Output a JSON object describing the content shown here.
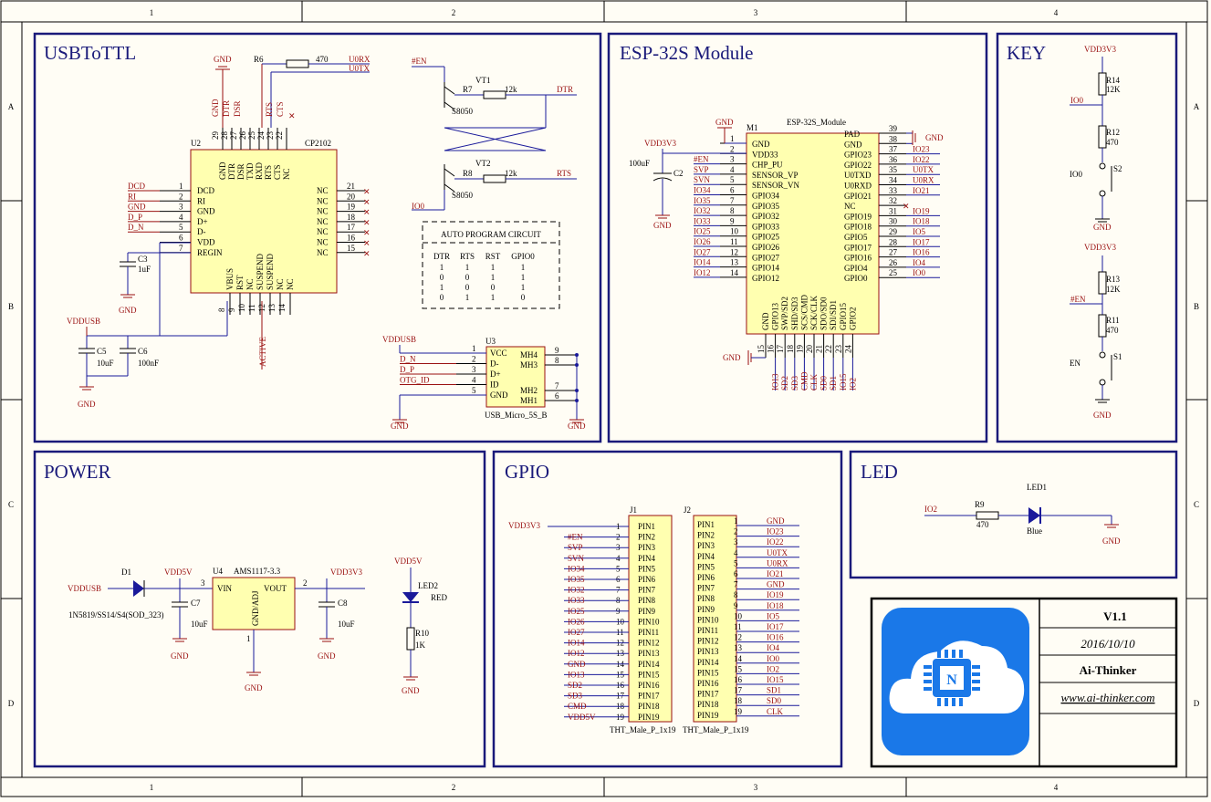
{
  "frame": {
    "cols": [
      "1",
      "2",
      "3",
      "4"
    ],
    "rows": [
      "A",
      "B",
      "C",
      "D"
    ]
  },
  "sections": {
    "usbtottl": "USBToTTL",
    "esp32": "ESP-32S Module",
    "key": "KEY",
    "power": "POWER",
    "gpio": "GPIO",
    "led": "LED"
  },
  "usb": {
    "chip_ref": "U2",
    "chip_name": "CP2102",
    "top_pins": [
      {
        "num": "29",
        "name": "GND"
      },
      {
        "num": "28",
        "name": "DTR"
      },
      {
        "num": "27",
        "name": "DSR"
      },
      {
        "num": "26",
        "name": "TXD"
      },
      {
        "num": "25",
        "name": "RXD"
      },
      {
        "num": "24",
        "name": "RTS"
      },
      {
        "num": "23",
        "name": "CTS"
      },
      {
        "num": "22",
        "name": "NC"
      }
    ],
    "top_nets": [
      "GND",
      "DTR",
      "DSR",
      "RTS",
      "CTS"
    ],
    "left_pins": [
      {
        "num": "1",
        "name": "DCD",
        "net": "DCD"
      },
      {
        "num": "2",
        "name": "RI",
        "net": "RI"
      },
      {
        "num": "3",
        "name": "GND",
        "net": "GND"
      },
      {
        "num": "4",
        "name": "D+",
        "net": "D_P"
      },
      {
        "num": "5",
        "name": "D-",
        "net": "D_N"
      },
      {
        "num": "6",
        "name": "VDD",
        "net": ""
      },
      {
        "num": "7",
        "name": "REGIN",
        "net": ""
      }
    ],
    "right_pins": [
      {
        "num": "21",
        "name": "NC"
      },
      {
        "num": "20",
        "name": "NC"
      },
      {
        "num": "19",
        "name": "NC"
      },
      {
        "num": "18",
        "name": "NC"
      },
      {
        "num": "17",
        "name": "NC"
      },
      {
        "num": "16",
        "name": "NC"
      },
      {
        "num": "15",
        "name": "NC"
      }
    ],
    "bottom_pins": [
      {
        "num": "8",
        "name": "VBUS"
      },
      {
        "num": "9",
        "name": "RST"
      },
      {
        "num": "10",
        "name": "NC"
      },
      {
        "num": "11",
        "name": "SUSPEND"
      },
      {
        "num": "12",
        "name": "SUSPEND"
      },
      {
        "num": "13",
        "name": "NC"
      },
      {
        "num": "14",
        "name": "NC"
      }
    ],
    "gnd_top": "GND",
    "r6_ref": "R6",
    "r6_val": "470",
    "u0rx": "U0RX",
    "u0tx": "U0TX",
    "c3_ref": "C3",
    "c3_val": "1uF",
    "c3_gnd": "GND",
    "vddusb": "VDDUSB",
    "c5_ref": "C5",
    "c5_val": "10uF",
    "c6_ref": "C6",
    "c6_val": "100nF",
    "gnd_bottom": "GND",
    "active": "ACTIVE",
    "auto": {
      "en": "#EN",
      "vt1": "VT1",
      "vt2": "VT2",
      "r7_ref": "R7",
      "r7_val": "12k",
      "r8_ref": "R8",
      "r8_val": "12k",
      "q1": "S8050",
      "q2": "S8050",
      "dtr": "DTR",
      "rts": "RTS",
      "io0": "IO0",
      "table_title": "AUTO PROGRAM CIRCUIT",
      "headers": [
        "DTR",
        "RTS",
        "RST",
        "GPIO0"
      ],
      "rows": [
        [
          "1",
          "1",
          "1",
          "1"
        ],
        [
          "0",
          "0",
          "1",
          "1"
        ],
        [
          "1",
          "0",
          "0",
          "1"
        ],
        [
          "0",
          "1",
          "1",
          "0"
        ]
      ]
    },
    "u3": {
      "ref": "U3",
      "name": "USB_Micro_5S_B",
      "vddusb": "VDDUSB",
      "left": [
        {
          "num": "1",
          "name": "VCC",
          "net": ""
        },
        {
          "num": "2",
          "name": "D-",
          "net": "D_N"
        },
        {
          "num": "3",
          "name": "D+",
          "net": "D_P"
        },
        {
          "num": "4",
          "name": "ID",
          "net": "OTG_ID"
        },
        {
          "num": "5",
          "name": "GND",
          "net": ""
        }
      ],
      "right": [
        {
          "num": "9",
          "name": "MH4"
        },
        {
          "num": "8",
          "name": "MH3"
        },
        {
          "num": "7",
          "name": "MH2"
        },
        {
          "num": "6",
          "name": "MH1"
        }
      ],
      "gnd1": "GND",
      "gnd2": "GND"
    }
  },
  "esp": {
    "ref": "M1",
    "name": "ESP-32S_Module",
    "vdd": "VDD3V3",
    "c2_ref": "C2",
    "c2_val": "100uF",
    "gnd_top": "GND",
    "gnd_cap": "GND",
    "gnd_bottom": "GND",
    "gnd_right": "GND",
    "left": [
      {
        "num": "1",
        "name": "GND",
        "net": ""
      },
      {
        "num": "2",
        "name": "VDD33",
        "net": ""
      },
      {
        "num": "3",
        "name": "CHP_PU",
        "net": "#EN"
      },
      {
        "num": "4",
        "name": "SENSOR_VP",
        "net": "SVP"
      },
      {
        "num": "5",
        "name": "SENSOR_VN",
        "net": "SVN"
      },
      {
        "num": "6",
        "name": "GPIO34",
        "net": "IO34"
      },
      {
        "num": "7",
        "name": "GPIO35",
        "net": "IO35"
      },
      {
        "num": "8",
        "name": "GPIO32",
        "net": "IO32"
      },
      {
        "num": "9",
        "name": "GPIO33",
        "net": "IO33"
      },
      {
        "num": "10",
        "name": "GPIO25",
        "net": "IO25"
      },
      {
        "num": "11",
        "name": "GPIO26",
        "net": "IO26"
      },
      {
        "num": "12",
        "name": "GPIO27",
        "net": "IO27"
      },
      {
        "num": "13",
        "name": "GPIO14",
        "net": "IO14"
      },
      {
        "num": "14",
        "name": "GPIO12",
        "net": "IO12"
      }
    ],
    "right": [
      {
        "num": "39",
        "name": "PAD",
        "net": ""
      },
      {
        "num": "38",
        "name": "GND",
        "net": ""
      },
      {
        "num": "37",
        "name": "GPIO23",
        "net": "IO23"
      },
      {
        "num": "36",
        "name": "GPIO22",
        "net": "IO22"
      },
      {
        "num": "35",
        "name": "U0TXD",
        "net": "U0TX"
      },
      {
        "num": "34",
        "name": "U0RXD",
        "net": "U0RX"
      },
      {
        "num": "33",
        "name": "GPIO21",
        "net": "IO21"
      },
      {
        "num": "32",
        "name": "NC",
        "net": ""
      },
      {
        "num": "31",
        "name": "GPIO19",
        "net": "IO19"
      },
      {
        "num": "30",
        "name": "GPIO18",
        "net": "IO18"
      },
      {
        "num": "29",
        "name": "GPIO5",
        "net": "IO5"
      },
      {
        "num": "28",
        "name": "GPIO17",
        "net": "IO17"
      },
      {
        "num": "27",
        "name": "GPIO16",
        "net": "IO16"
      },
      {
        "num": "26",
        "name": "GPIO4",
        "net": "IO4"
      },
      {
        "num": "25",
        "name": "GPIO0",
        "net": "IO0"
      }
    ],
    "bottom": [
      {
        "num": "15",
        "name": "GND",
        "net": ""
      },
      {
        "num": "16",
        "name": "GPIO13",
        "net": "IO13"
      },
      {
        "num": "17",
        "name": "SWP/SD2",
        "net": "SD2"
      },
      {
        "num": "18",
        "name": "SHD/SD3",
        "net": "SD3"
      },
      {
        "num": "19",
        "name": "SCS/CMD",
        "net": "CMD"
      },
      {
        "num": "20",
        "name": "SCK/CLK",
        "net": "CLK"
      },
      {
        "num": "21",
        "name": "SDO/SD0",
        "net": "SD0"
      },
      {
        "num": "22",
        "name": "SDI/SD1",
        "net": "SD1"
      },
      {
        "num": "23",
        "name": "GPIO15",
        "net": "IO15"
      },
      {
        "num": "24",
        "name": "GPIO2",
        "net": "IO2"
      }
    ]
  },
  "key": {
    "vdd1": "VDD3V3",
    "r14_ref": "R14",
    "r14_val": "12K",
    "io0_net": "IO0",
    "r12_ref": "R12",
    "r12_val": "470",
    "s2_label": "IO0",
    "s2_ref": "S2",
    "gnd1": "GND",
    "vdd2": "VDD3V3",
    "r13_ref": "R13",
    "r13_val": "12K",
    "en_net": "#EN",
    "r11_ref": "R11",
    "r11_val": "470",
    "s1_label": "EN",
    "s1_ref": "S1",
    "gnd2": "GND"
  },
  "power": {
    "d1_ref": "D1",
    "d1_part": "1N5819/SS14/S4(SOD_323)",
    "vddusb": "VDDUSB",
    "vdd5v": "VDD5V",
    "u4_ref": "U4",
    "u4_name": "AMS1117-3.3",
    "vin": "VIN",
    "vout": "VOUT",
    "gndadj": "GND/ADJ",
    "pin3": "3",
    "pin2": "2",
    "pin1": "1",
    "vdd3v3": "VDD3V3",
    "c7_ref": "C7",
    "c7_val": "10uF",
    "c8_ref": "C8",
    "c8_val": "10uF",
    "gnd_c7": "GND",
    "gnd_u4": "GND",
    "gnd_c8": "GND",
    "led_vdd": "VDD5V",
    "led2_ref": "LED2",
    "led2_color": "RED",
    "r10_ref": "R10",
    "r10_val": "1K",
    "gnd_led": "GND"
  },
  "gpio": {
    "j1_ref": "J1",
    "j2_ref": "J2",
    "j1_name": "THT_Male_P_1x19",
    "j2_name": "THT_Male_P_1x19",
    "vdd": "VDD3V3",
    "j1": [
      "#EN",
      "SVP",
      "SVN",
      "IO34",
      "IO35",
      "IO32",
      "IO33",
      "IO25",
      "IO26",
      "IO27",
      "IO14",
      "IO12",
      "GND",
      "IO13",
      "SD2",
      "SD3",
      "CMD",
      "VDD5V"
    ],
    "j2": [
      "GND",
      "IO23",
      "IO22",
      "U0TX",
      "U0RX",
      "IO21",
      "GND",
      "IO19",
      "IO18",
      "IO5",
      "IO17",
      "IO16",
      "IO4",
      "IO0",
      "IO2",
      "IO15",
      "SD1",
      "SD0",
      "CLK"
    ],
    "pins": [
      "PIN1",
      "PIN2",
      "PIN3",
      "PIN4",
      "PIN5",
      "PIN6",
      "PIN7",
      "PIN8",
      "PIN9",
      "PIN10",
      "PIN11",
      "PIN12",
      "PIN13",
      "PIN14",
      "PIN15",
      "PIN16",
      "PIN17",
      "PIN18",
      "PIN19"
    ],
    "nums": [
      "1",
      "2",
      "3",
      "4",
      "5",
      "6",
      "7",
      "8",
      "9",
      "10",
      "11",
      "12",
      "13",
      "14",
      "15",
      "16",
      "17",
      "18",
      "19"
    ]
  },
  "led": {
    "io2": "IO2",
    "r9_ref": "R9",
    "r9_val": "470",
    "led1_ref": "LED1",
    "led1_color": "Blue",
    "gnd": "GND"
  },
  "title_block": {
    "version": "V1.1",
    "date": "2016/10/10",
    "company": "Ai-Thinker",
    "url": "www.ai-thinker.com"
  },
  "colors": {
    "wire": "#1a1a9a",
    "net": "#9a1010",
    "chip_fill": "#ffffb0",
    "logo_bg": "#1a78e8"
  }
}
